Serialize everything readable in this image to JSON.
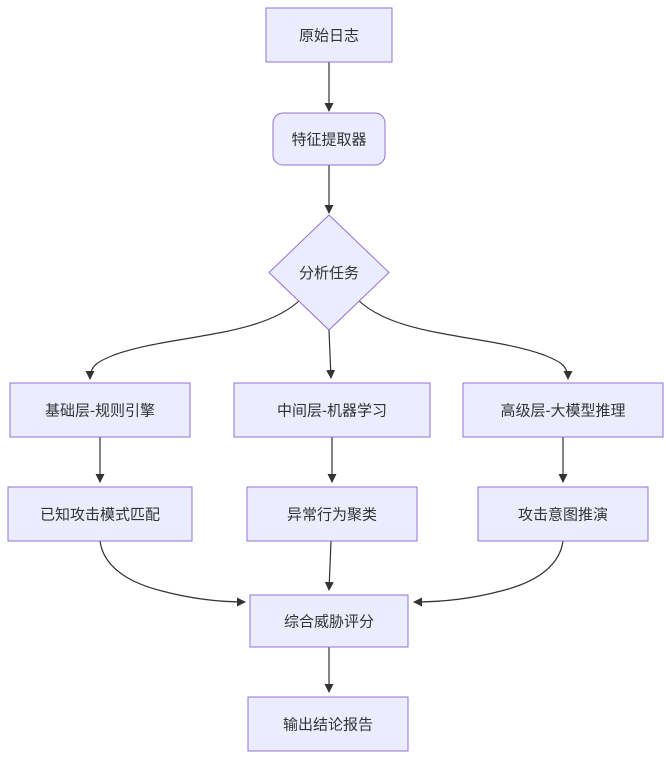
{
  "diagram": {
    "type": "flowchart",
    "direction": "top-down",
    "colors": {
      "node_fill": "#ECECFF",
      "node_border": "#9370DB",
      "edge_color": "#333333",
      "text_color": "#333333",
      "background": "#ffffff"
    },
    "nodes": {
      "raw_logs": {
        "label": "原始日志",
        "shape": "rect"
      },
      "feature_extractor": {
        "label": "特征提取器",
        "shape": "rounded-rect"
      },
      "analysis_task": {
        "label": "分析任务",
        "shape": "diamond"
      },
      "base_layer": {
        "label": "基础层-规则引擎",
        "shape": "rect"
      },
      "mid_layer": {
        "label": "中间层-机器学习",
        "shape": "rect"
      },
      "adv_layer": {
        "label": "高级层-大模型推理",
        "shape": "rect"
      },
      "known_attack": {
        "label": "已知攻击模式匹配",
        "shape": "rect"
      },
      "anomaly_cluster": {
        "label": "异常行为聚类",
        "shape": "rect"
      },
      "attack_intent": {
        "label": "攻击意图推演",
        "shape": "rect"
      },
      "threat_score": {
        "label": "综合威胁评分",
        "shape": "rect"
      },
      "report": {
        "label": "输出结论报告",
        "shape": "rect"
      }
    },
    "edges": [
      {
        "from": "raw_logs",
        "to": "feature_extractor"
      },
      {
        "from": "feature_extractor",
        "to": "analysis_task"
      },
      {
        "from": "analysis_task",
        "to": "base_layer"
      },
      {
        "from": "analysis_task",
        "to": "mid_layer"
      },
      {
        "from": "analysis_task",
        "to": "adv_layer"
      },
      {
        "from": "base_layer",
        "to": "known_attack"
      },
      {
        "from": "mid_layer",
        "to": "anomaly_cluster"
      },
      {
        "from": "adv_layer",
        "to": "attack_intent"
      },
      {
        "from": "known_attack",
        "to": "threat_score"
      },
      {
        "from": "anomaly_cluster",
        "to": "threat_score"
      },
      {
        "from": "attack_intent",
        "to": "threat_score"
      },
      {
        "from": "threat_score",
        "to": "report"
      }
    ]
  }
}
